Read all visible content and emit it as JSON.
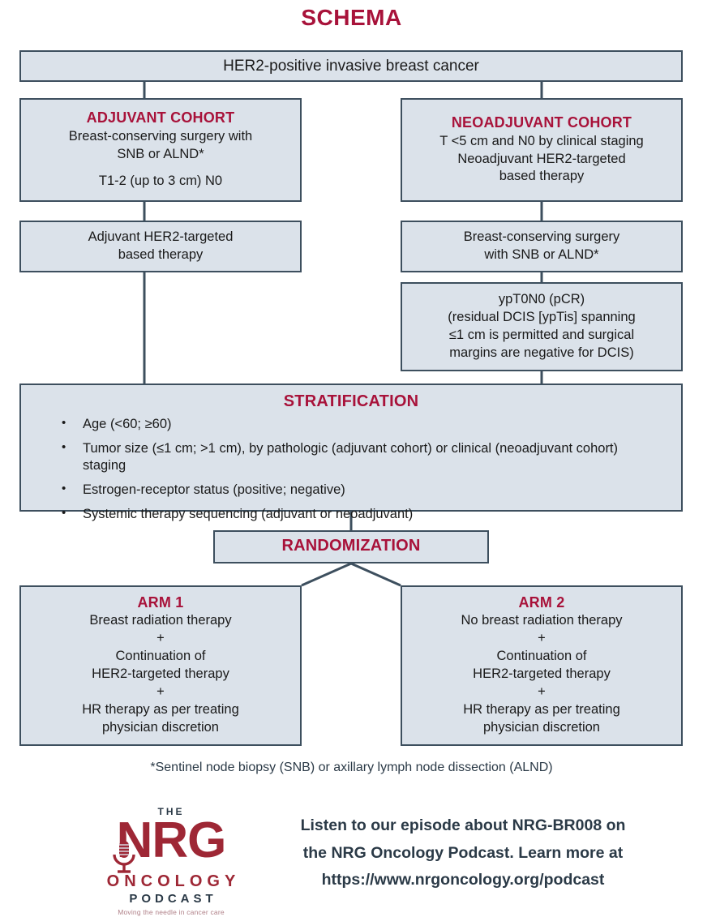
{
  "title": "SCHEMA",
  "colors": {
    "accent": "#a8123a",
    "box_fill": "#dbe2ea",
    "box_border": "#3d4f5e",
    "text": "#1a1a1a",
    "logo_red": "#9e2735",
    "logo_dark": "#2b3a47"
  },
  "nodes": {
    "top": {
      "text": "HER2-positive invasive breast cancer"
    },
    "adjuvant_cohort": {
      "header": "ADJUVANT COHORT",
      "lines": [
        "Breast-conserving surgery with",
        "SNB or ALND*"
      ],
      "lines2": [
        "T1-2 (up to 3 cm) N0"
      ]
    },
    "neoadjuvant_cohort": {
      "header": "NEOADJUVANT COHORT",
      "lines": [
        "T <5 cm and N0 by clinical staging",
        "Neoadjuvant HER2-targeted",
        "based therapy"
      ]
    },
    "adjuvant_therapy": {
      "lines": [
        "Adjuvant HER2-targeted",
        "based therapy"
      ]
    },
    "neoadjuvant_surgery": {
      "lines": [
        "Breast-conserving surgery",
        "with SNB or ALND*"
      ]
    },
    "pcr": {
      "lines": [
        "ypT0N0 (pCR)",
        "(residual DCIS [ypTis] spanning",
        "≤1 cm is permitted and surgical",
        "margins are negative for DCIS)"
      ]
    },
    "stratification": {
      "header": "STRATIFICATION",
      "items": [
        "Age (<60; ≥60)",
        "Tumor size (≤1 cm; >1 cm), by pathologic (adjuvant cohort) or clinical (neoadjuvant cohort) staging",
        "Estrogen-receptor status (positive; negative)",
        "Systemic therapy sequencing (adjuvant or neoadjuvant)"
      ]
    },
    "randomization": {
      "header": "RANDOMIZATION"
    },
    "arm1": {
      "header": "ARM 1",
      "lines": [
        "Breast radiation therapy",
        "+",
        "Continuation of",
        "HER2-targeted therapy",
        "+",
        "HR therapy as per treating",
        "physician discretion"
      ]
    },
    "arm2": {
      "header": "ARM 2",
      "lines": [
        "No breast radiation therapy",
        "+",
        "Continuation of",
        "HER2-targeted therapy",
        "+",
        "HR therapy as per treating",
        "physician discretion"
      ]
    }
  },
  "footnote": "*Sentinel node biopsy (SNB) or axillary lymph node dissection (ALND)",
  "podcast": {
    "logo": {
      "the": "THE",
      "nrg": "NRG",
      "oncology": "ONCOLOGY",
      "podcast": "PODCAST",
      "tagline": "Moving the needle in cancer care"
    },
    "promo_lines": [
      "Listen to our episode about NRG-BR008 on",
      "the NRG Oncology Podcast. Learn more at",
      "https://www.nrgoncology.org/podcast"
    ]
  }
}
